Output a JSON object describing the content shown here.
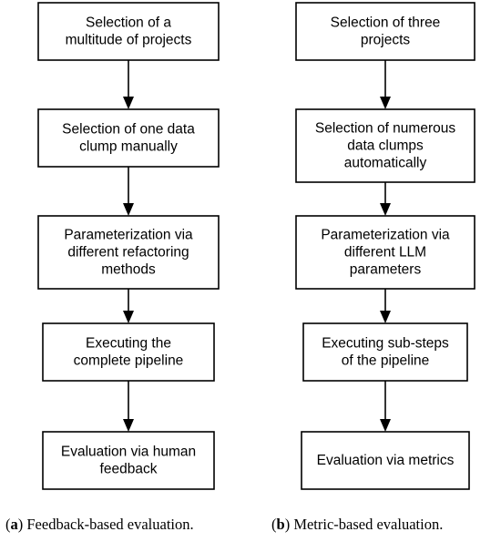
{
  "diagram": {
    "flows": [
      {
        "id": "a",
        "steps": [
          [
            "Selection of a",
            "multitude of projects"
          ],
          [
            "Selection of one data",
            "clump manually"
          ],
          [
            "Parameterization via",
            "different refactoring",
            "methods"
          ],
          [
            "Executing the",
            "complete pipeline"
          ],
          [
            "Evaluation via human",
            "feedback"
          ]
        ],
        "caption": {
          "label": "a",
          "text": "Feedback-based evaluation."
        }
      },
      {
        "id": "b",
        "steps": [
          [
            "Selection of three",
            "projects"
          ],
          [
            "Selection of numerous",
            "data clumps",
            "automatically"
          ],
          [
            "Parameterization via",
            "different LLM",
            "parameters"
          ],
          [
            "Executing sub-steps",
            "of the pipeline"
          ],
          [
            "Evaluation via metrics"
          ]
        ],
        "caption": {
          "label": "b",
          "text": "Metric-based evaluation."
        }
      }
    ]
  }
}
